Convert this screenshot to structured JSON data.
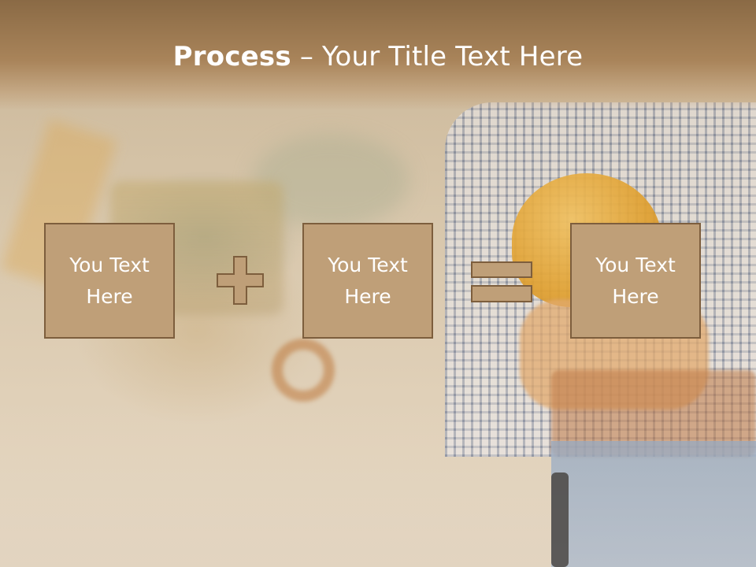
{
  "title": {
    "bold": "Process",
    "separator": " – ",
    "rest": "Your Title Text Here"
  },
  "boxes": [
    {
      "text": "You Text\nHere"
    },
    {
      "text": "You Text\nHere"
    },
    {
      "text": "You Text\nHere"
    }
  ],
  "colors": {
    "box_fill": "#bf9f78",
    "box_border": "#7d5e3d",
    "title_bar": "#8a6a45"
  },
  "icons": {
    "operator_1": "plus-icon",
    "operator_2": "equals-icon"
  }
}
